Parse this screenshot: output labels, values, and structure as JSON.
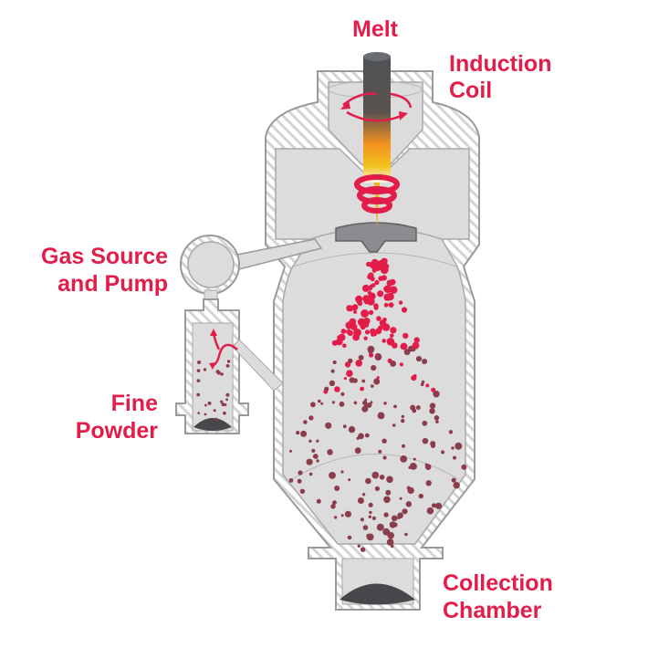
{
  "title": "Gas atomization process",
  "labels": {
    "melt": "Melt",
    "induction_coil": [
      "Induction",
      "Coil"
    ],
    "gas_source": [
      "Gas Source",
      "and Pump"
    ],
    "fine_powder": [
      "Fine",
      "Powder"
    ],
    "collection_chamber": [
      "Collection",
      "Chamber"
    ]
  },
  "colors": {
    "label": "#e31d4a",
    "wall": "#dcdcdc",
    "outline": "#9a9a9a",
    "particle_hot": "#e31d4a",
    "particle_cool": "#8c3d4b",
    "rod": "#4f5256",
    "powder": "#46484b"
  }
}
